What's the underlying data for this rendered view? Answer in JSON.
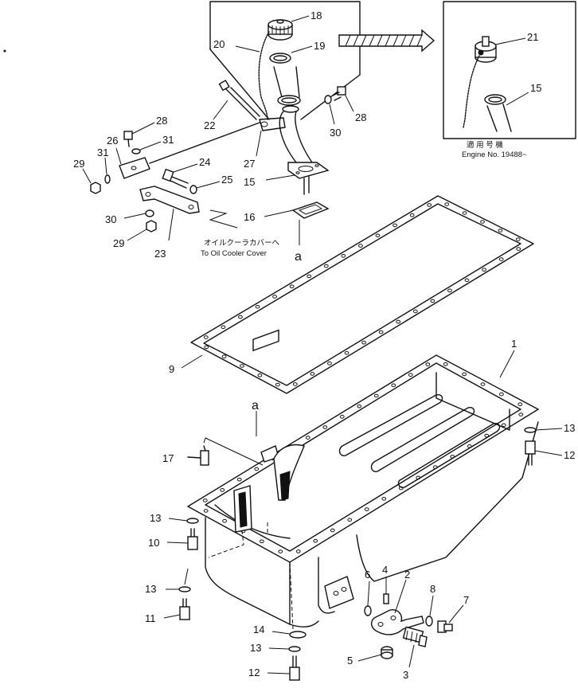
{
  "labels": {
    "p1": "1",
    "p2": "2",
    "p3": "3",
    "p4": "4",
    "p5": "5",
    "p6": "6",
    "p7": "7",
    "p8": "8",
    "p9": "9",
    "p10": "10",
    "p11": "11",
    "p12a": "12",
    "p12b": "12",
    "p13a": "13",
    "p13b": "13",
    "p13c": "13",
    "p13d": "13",
    "p14": "14",
    "p15a": "15",
    "p15b": "15",
    "p16": "16",
    "p17": "17",
    "p18": "18",
    "p19": "19",
    "p20": "20",
    "p21": "21",
    "p22": "22",
    "p23": "23",
    "p24": "24",
    "p25": "25",
    "p26": "26",
    "p27": "27",
    "p28a": "28",
    "p28b": "28",
    "p29a": "29",
    "p29b": "29",
    "p30a": "30",
    "p30b": "30",
    "p31a": "31",
    "p31b": "31",
    "ref_a_top": "a",
    "ref_a_pan": "a"
  },
  "notes": {
    "oil_cooler_jp": "オイルクーラカバーへ",
    "oil_cooler_en": "To Oil Cooler Cover",
    "serial_jp": "適 用 号 機",
    "serial_en": "Engine No. 19488~"
  }
}
